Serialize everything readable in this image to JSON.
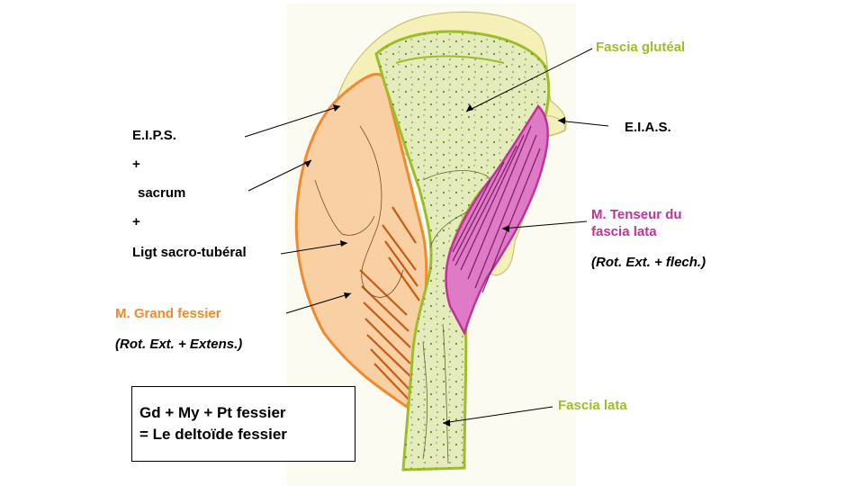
{
  "colors": {
    "fascia": "#9dbe2a",
    "fascia_fill": "#e4ebbd",
    "gluteus": "#f18a2e",
    "gluteus_fill": "#f9cfa4",
    "tensor": "#c0329a",
    "tensor_fill": "#df7ac6",
    "bone": "#f4f0b8",
    "text": "#000000"
  },
  "labels": {
    "eips": "E.I.P.S.",
    "plus1": "+",
    "sacrum": "sacrum",
    "plus2": "+",
    "ligament": "Ligt sacro-tubéral",
    "grand_fessier": "M. Grand fessier",
    "grand_fessier_action": "(Rot. Ext. + Extens.)",
    "fascia_gluteal": "Fascia glutéal",
    "eias": "E.I.A.S.",
    "tenseur_line1": "M. Tenseur du",
    "tenseur_line2": "fascia lata",
    "tenseur_action": "(Rot. Ext. + flech.)",
    "fascia_lata": "Fascia lata"
  },
  "summary": {
    "line1": "Gd + My + Pt fessier",
    "line2": " = Le deltoïde fessier"
  }
}
